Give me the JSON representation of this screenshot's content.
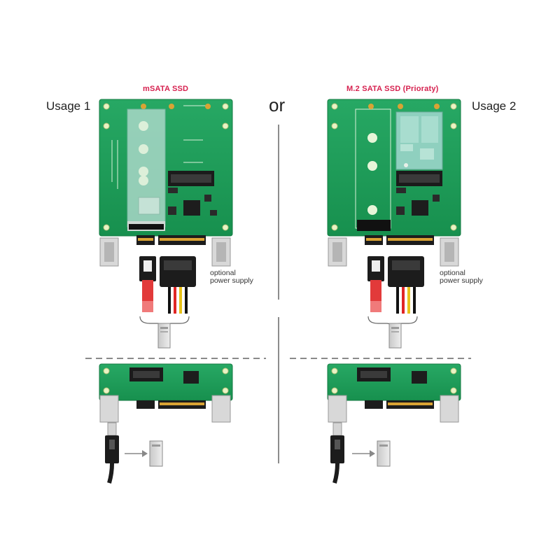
{
  "labels": {
    "usage1": "Usage 1",
    "usage2": "Usage 2",
    "or": "or",
    "msata_title": "mSATA SSD",
    "m2_title": "M.2 SATA SSD (Prioraty)",
    "optional_line1": "optional",
    "optional_line2": "power supply"
  },
  "colors": {
    "accent": "#d6214f",
    "pcb": "#1f9e5a",
    "divider": "#555555"
  },
  "icons": [
    "computer-tower-icon",
    "usb-cable-icon",
    "arrow-right-icon",
    "sata-cable-icon",
    "power-cable-icon"
  ]
}
